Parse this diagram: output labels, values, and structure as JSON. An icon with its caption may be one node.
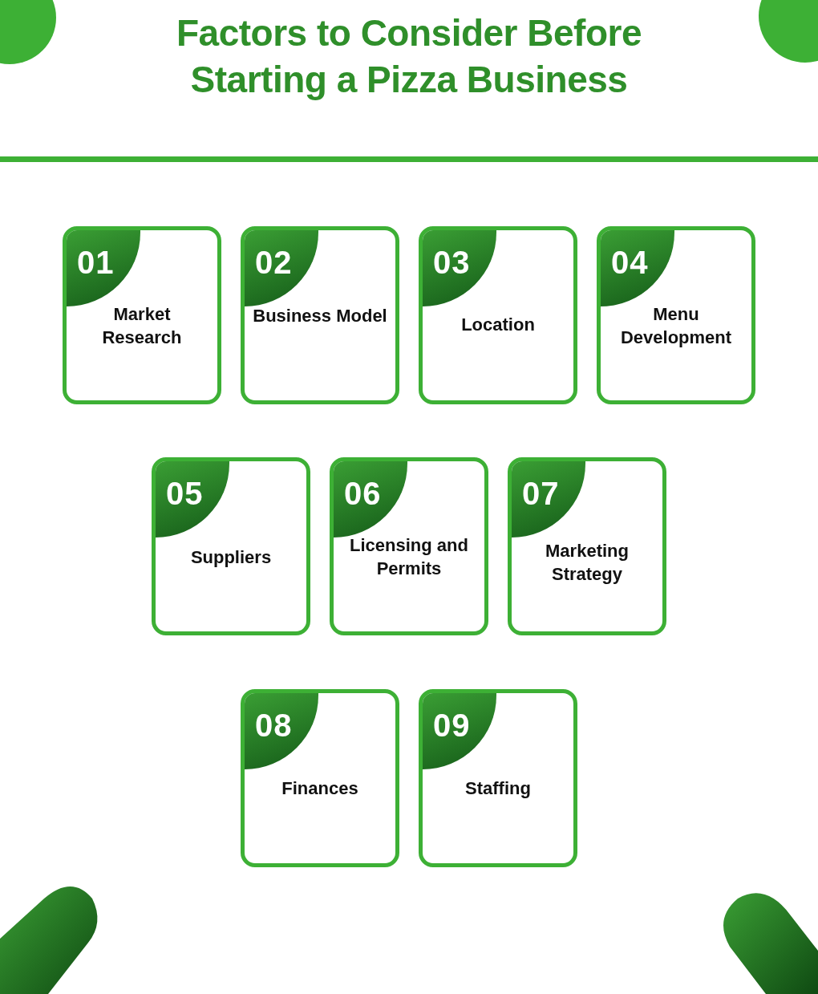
{
  "diagram": {
    "title": "Factors to Consider Before Starting a Pizza Business",
    "nodes": [
      {
        "text": [
          "01",
          "Market Research"
        ]
      },
      {
        "text": [
          "02",
          "Business Model"
        ]
      },
      {
        "text": [
          "03",
          "Location"
        ]
      },
      {
        "text": [
          "04",
          "Menu Development"
        ]
      },
      {
        "text": [
          "05",
          "Suppliers"
        ]
      },
      {
        "text": [
          "06",
          "Licensing and Permits"
        ]
      },
      {
        "text": [
          "07",
          "Marketing Strategy"
        ]
      },
      {
        "text": [
          "08",
          "Finances"
        ]
      },
      {
        "text": [
          "09",
          "Staffing"
        ]
      }
    ]
  }
}
